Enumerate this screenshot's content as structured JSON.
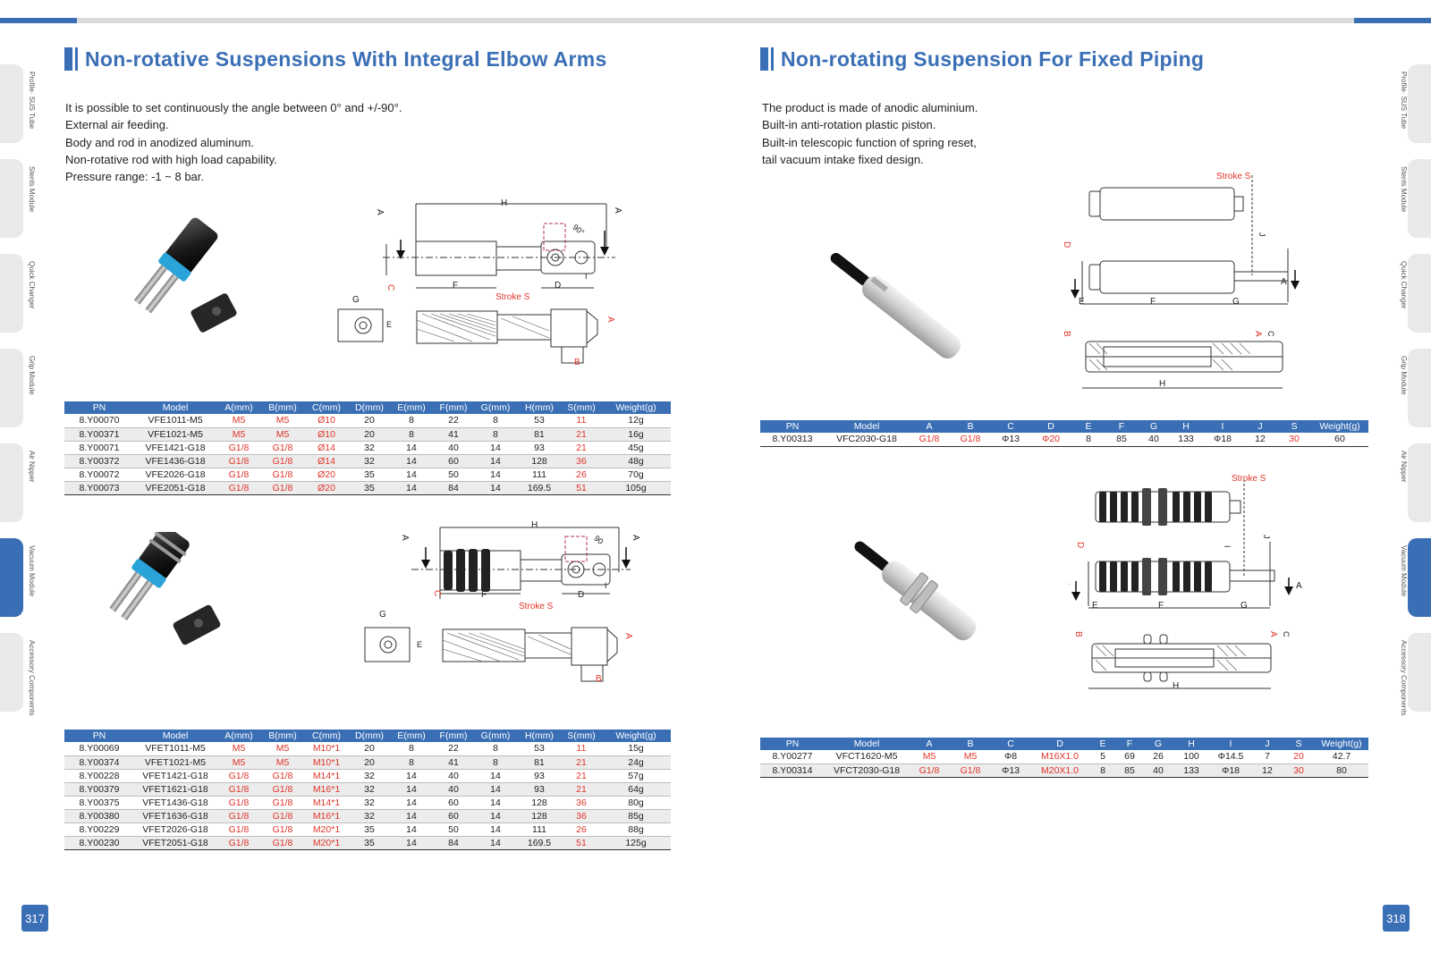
{
  "page": {
    "left_number": "317",
    "right_number": "318"
  },
  "colors": {
    "brand_blue": "#3a6fb5",
    "highlight_red": "#e0342b"
  },
  "side_tabs": [
    {
      "label": "Profile· SUS Tube",
      "active": false
    },
    {
      "label": "Stents Module",
      "active": false
    },
    {
      "label": "Quick Changer",
      "active": false
    },
    {
      "label": "Grip Module",
      "active": false
    },
    {
      "label": "Air Nipper",
      "active": false
    },
    {
      "label": "Vacuum Module",
      "active": true
    },
    {
      "label": "Accessory Components",
      "active": false
    }
  ],
  "left": {
    "title": "Non-rotative Suspensions With Integral Elbow Arms",
    "description": [
      "It is possible to set continuously the angle between 0° and +/-90°.",
      "External air feeding.",
      "Body and rod in anodized aluminum.",
      "Non-rotative rod with high load capability.",
      "Pressure range: -1 ~ 8 bar."
    ],
    "drawing1_labels": {
      "h": "H",
      "a1": "A",
      "a2": "A",
      "angle": "90°",
      "f": "F",
      "d": "D",
      "c": "C",
      "i": "I",
      "stroke": "Stroke S",
      "g": "G",
      "e": "E",
      "a3": "A",
      "b": "B"
    },
    "drawing2_labels": {
      "h": "H",
      "a1": "A",
      "a2": "A",
      "angle": "90",
      "f": "F",
      "d": "D",
      "c": "C",
      "i": "I",
      "stroke": "Stroke S",
      "g": "G",
      "e": "E",
      "a3": "A",
      "b": "B"
    },
    "table1": {
      "headers": [
        "PN",
        "Model",
        "A(mm)",
        "B(mm)",
        "C(mm)",
        "D(mm)",
        "E(mm)",
        "F(mm)",
        "G(mm)",
        "H(mm)",
        "S(mm)",
        "Weight(g)"
      ],
      "rows": [
        [
          "8.Y00070",
          "VFE1011-M5",
          "M5",
          "M5",
          "Ø10",
          "20",
          "8",
          "22",
          "8",
          "53",
          "11",
          "12g"
        ],
        [
          "8.Y00371",
          "VFE1021-M5",
          "M5",
          "M5",
          "Ø10",
          "20",
          "8",
          "41",
          "8",
          "81",
          "21",
          "16g"
        ],
        [
          "8.Y00071",
          "VFE1421-G18",
          "G1/8",
          "G1/8",
          "Ø14",
          "32",
          "14",
          "40",
          "14",
          "93",
          "21",
          "45g"
        ],
        [
          "8.Y00372",
          "VFE1436-G18",
          "G1/8",
          "G1/8",
          "Ø14",
          "32",
          "14",
          "60",
          "14",
          "128",
          "36",
          "48g"
        ],
        [
          "8.Y00072",
          "VFE2026-G18",
          "G1/8",
          "G1/8",
          "Ø20",
          "35",
          "14",
          "50",
          "14",
          "111",
          "26",
          "70g"
        ],
        [
          "8.Y00073",
          "VFE2051-G18",
          "G1/8",
          "G1/8",
          "Ø20",
          "35",
          "14",
          "84",
          "14",
          "169.5",
          "51",
          "105g"
        ]
      ]
    },
    "table2": {
      "headers": [
        "PN",
        "Model",
        "A(mm)",
        "B(mm)",
        "C(mm)",
        "D(mm)",
        "E(mm)",
        "F(mm)",
        "G(mm)",
        "H(mm)",
        "S(mm)",
        "Weight(g)"
      ],
      "rows": [
        [
          "8.Y00069",
          "VFET1011-M5",
          "M5",
          "M5",
          "M10*1",
          "20",
          "8",
          "22",
          "8",
          "53",
          "11",
          "15g"
        ],
        [
          "8.Y00374",
          "VFET1021-M5",
          "M5",
          "M5",
          "M10*1",
          "20",
          "8",
          "41",
          "8",
          "81",
          "21",
          "24g"
        ],
        [
          "8.Y00228",
          "VFET1421-G18",
          "G1/8",
          "G1/8",
          "M14*1",
          "32",
          "14",
          "40",
          "14",
          "93",
          "21",
          "57g"
        ],
        [
          "8.Y00379",
          "VFET1621-G18",
          "G1/8",
          "G1/8",
          "M16*1",
          "32",
          "14",
          "40",
          "14",
          "93",
          "21",
          "64g"
        ],
        [
          "8.Y00375",
          "VFET1436-G18",
          "G1/8",
          "G1/8",
          "M14*1",
          "32",
          "14",
          "60",
          "14",
          "128",
          "36",
          "80g"
        ],
        [
          "8.Y00380",
          "VFET1636-G18",
          "G1/8",
          "G1/8",
          "M16*1",
          "32",
          "14",
          "60",
          "14",
          "128",
          "36",
          "85g"
        ],
        [
          "8.Y00229",
          "VFET2026-G18",
          "G1/8",
          "G1/8",
          "M20*1",
          "35",
          "14",
          "50",
          "14",
          "111",
          "26",
          "88g"
        ],
        [
          "8.Y00230",
          "VFET2051-G18",
          "G1/8",
          "G1/8",
          "M20*1",
          "35",
          "14",
          "84",
          "14",
          "169.5",
          "51",
          "125g"
        ]
      ]
    }
  },
  "right": {
    "title": "Non-rotating Suspension For Fixed Piping",
    "description": [
      "The product is made of anodic aluminium.",
      "Built-in anti-rotation plastic piston.",
      "Built-in telescopic function of spring reset,",
      "tail vacuum intake fixed design."
    ],
    "drawing1_labels": {
      "stroke": "Stroke S",
      "d": "D",
      "j": "J",
      "a1": "A",
      "a2": "A",
      "e": "E",
      "f": "F",
      "g": "G",
      "b": "B",
      "a3": "A",
      "c": "C",
      "h": "H"
    },
    "drawing2_labels": {
      "stroke": "Stroke S",
      "d": "D",
      "i": "I",
      "j": "J",
      "a1": "A",
      "a2": "A",
      "e": "E",
      "f": "F",
      "g": "G",
      "b": "B",
      "a3": "A",
      "c": "C",
      "h": "H"
    },
    "table1": {
      "headers": [
        "PN",
        "Model",
        "A",
        "B",
        "C",
        "D",
        "E",
        "F",
        "G",
        "H",
        "I",
        "J",
        "S",
        "Weight(g)"
      ],
      "rows": [
        [
          "8.Y00313",
          "VFC2030-G18",
          "G1/8",
          "G1/8",
          "Φ13",
          "Φ20",
          "8",
          "85",
          "40",
          "133",
          "Φ18",
          "12",
          "30",
          "60"
        ]
      ]
    },
    "table2": {
      "headers": [
        "PN",
        "Model",
        "A",
        "B",
        "C",
        "D",
        "E",
        "F",
        "G",
        "H",
        "I",
        "J",
        "S",
        "Weight(g)"
      ],
      "rows": [
        [
          "8.Y00277",
          "VFCT1620-M5",
          "M5",
          "M5",
          "Φ8",
          "M16X1.0",
          "5",
          "69",
          "26",
          "100",
          "Φ14.5",
          "7",
          "20",
          "42.7"
        ],
        [
          "8.Y00314",
          "VFCT2030-G18",
          "G1/8",
          "G1/8",
          "Φ13",
          "M20X1.0",
          "8",
          "85",
          "40",
          "133",
          "Φ18",
          "12",
          "30",
          "80"
        ]
      ]
    }
  }
}
